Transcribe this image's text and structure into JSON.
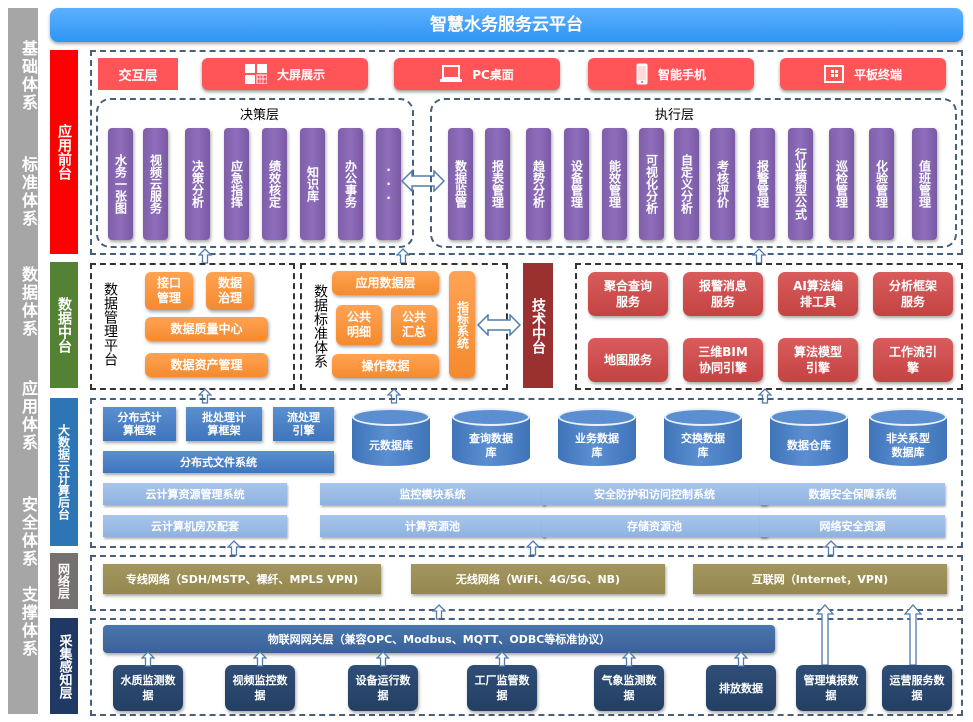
{
  "title": "智慧水务服务云平台",
  "systems": [
    "基础体系",
    "标准体系",
    "数据体系",
    "应用体系",
    "安全体系",
    "支撑体系"
  ],
  "layers": {
    "app_front": {
      "label": "应用前台",
      "color": "#ff0000"
    },
    "data_center": {
      "label": "数据中台",
      "color": "#548235"
    },
    "bigdata": {
      "label": "大数据云计算后台",
      "color": "#2e75b6"
    },
    "network": {
      "label": "网络层",
      "color": "#767171"
    },
    "sensing": {
      "label": "采集感知层",
      "color": "#203864"
    }
  },
  "interaction": {
    "label": "交互层",
    "items": [
      {
        "label": "大屏展示",
        "icon": "grid-screen-icon"
      },
      {
        "label": "PC桌面",
        "icon": "laptop-icon"
      },
      {
        "label": "智能手机",
        "icon": "phone-icon"
      },
      {
        "label": "平板终端",
        "icon": "tablet-icon"
      }
    ]
  },
  "decision": {
    "title": "决策层",
    "items": [
      "水务一张图",
      "视频云服务",
      "决策分析",
      "应急指挥",
      "绩效核定",
      "知识库",
      "办公事务",
      "···"
    ]
  },
  "execution": {
    "title": "执行层",
    "items": [
      "数据监管",
      "报表管理",
      "趋势分析",
      "设备管理",
      "能效管理",
      "可视化分析",
      "自定义分析",
      "考核评价",
      "报警管理",
      "行业模型公式",
      "巡检管理",
      "化验管理",
      "值班管理"
    ]
  },
  "data_mgmt": {
    "title": "数据管理平台",
    "items": [
      "接口管理",
      "数据治理",
      "数据质量中心",
      "数据资产管理"
    ]
  },
  "data_std": {
    "title": "数据标准体系",
    "app_layer": "应用数据层",
    "public_detail": "公共明细",
    "public_summary": "公共汇总",
    "operation": "操作数据",
    "indicator": "指标系统"
  },
  "tech_center": {
    "label": "技术中台",
    "items": [
      "聚合查询服务",
      "报警消息服务",
      "AI算法编排工具",
      "分析框架服务",
      "地图服务",
      "三维BIM协同引擎",
      "算法模型引擎",
      "工作流引擎"
    ]
  },
  "bigdata": {
    "frameworks": [
      "分布式计算框架",
      "批处理计算框架",
      "流处理引擎"
    ],
    "dfs": "分布式文件系统",
    "databases": [
      "元数据库",
      "查询数据库",
      "业务数据库",
      "交换数据库",
      "数据仓库",
      "非关系型数据库"
    ],
    "mgmt_row": [
      "云计算资源管理系统",
      "监控模块系统",
      "安全防护和访问控制系统",
      "数据安全保障系统"
    ],
    "resource_row": [
      "云计算机房及配套",
      "计算资源池",
      "存储资源池",
      "网络安全资源"
    ]
  },
  "network": {
    "items": [
      "专线网络（SDH/MSTP、裸纤、MPLS VPN)",
      "无线网络（WiFi、4G/5G、NB)",
      "互联网（Internet，VPN)"
    ]
  },
  "sensing": {
    "gateway": "物联网网关层（兼容OPC、Modbus、MQTT、ODBC等标准协议）",
    "items": [
      "水质监测数据",
      "视频监控数据",
      "设备运行数据",
      "工厂监管数据",
      "气象监测数据",
      "排放数据",
      "管理填报数据",
      "运营服务数据"
    ]
  }
}
